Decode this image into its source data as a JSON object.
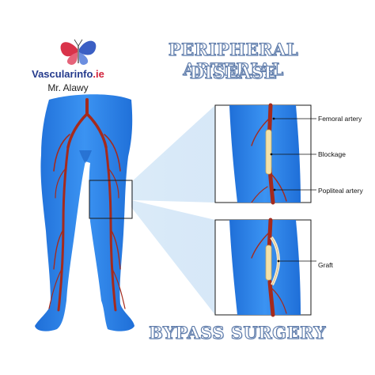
{
  "title": {
    "line1": "PERIPHERAL ARTERIAL",
    "line2": "DISEASE"
  },
  "logo": {
    "brand_main": "Vascularinfo",
    "brand_suffix": ".ie",
    "author": "Mr. Alawy"
  },
  "callouts": {
    "femoral": "Femoral artery",
    "blockage": "Blockage",
    "popliteal": "Popliteal artery",
    "graft": "Graft"
  },
  "footer": {
    "label": "BYPASS SURGERY"
  },
  "colors": {
    "skin_blue": "#2f86ea",
    "artery_red": "#a52a1c",
    "title_outline": "#5a78a8",
    "zoom_beam": "#cfe3f6"
  }
}
